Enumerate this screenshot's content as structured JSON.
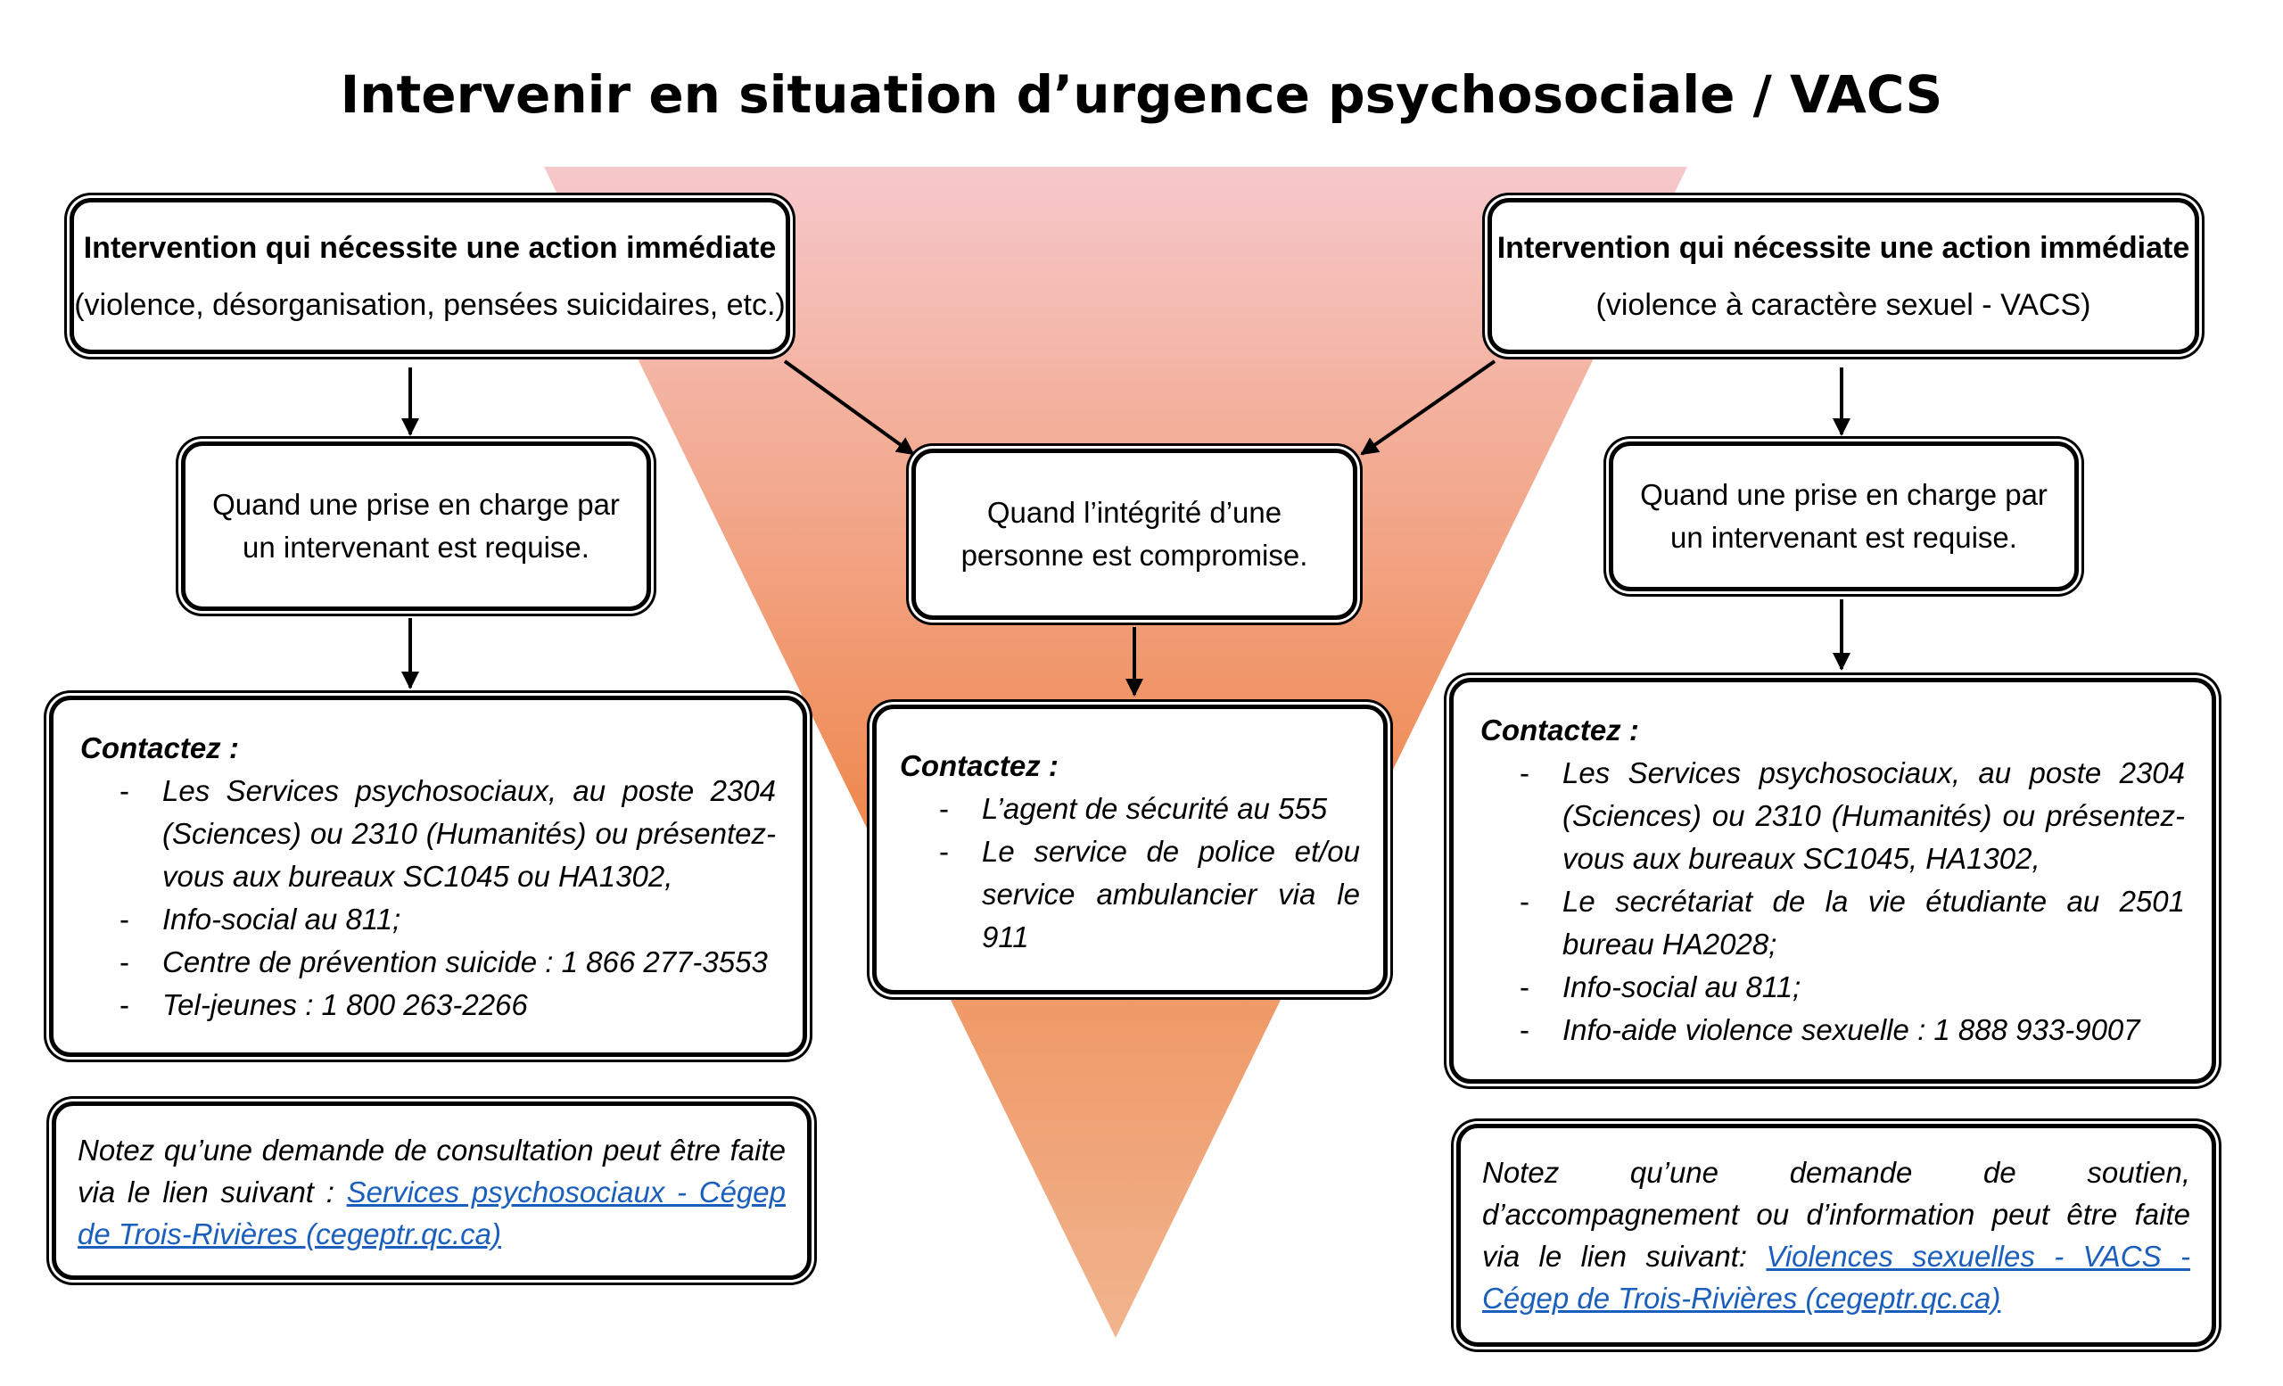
{
  "title": "Intervenir en situation d’urgence psychosociale / VACS",
  "colors": {
    "triangle_top": "#f6c8cb",
    "triangle_mid": "#ef8a52",
    "triangle_bottom": "#f1b48e",
    "link": "#1b5fbd",
    "border": "#000000"
  },
  "left": {
    "header_title": "Intervention qui nécessite une action immédiate",
    "header_sub": "(violence, désorganisation, pensées suicidaires, etc.)",
    "condition": "Quand une prise en charge par un intervenant est requise.",
    "contact_lead": "Contactez :",
    "contacts": [
      "Les Services psychosociaux, au poste 2304 (Sciences) ou 2310 (Humanités) ou présentez-vous aux bureaux SC1045 ou HA1302,",
      "Info-social au 811;",
      "Centre de prévention suicide : 1 866 277-3553",
      "Tel-jeunes : 1 800 263-2266"
    ],
    "note_text": "Notez qu’une demande de consultation peut être faite via le lien suivant : ",
    "note_link": "Services psychosociaux - Cégep de Trois-Rivières (cegeptr.qc.ca)"
  },
  "center": {
    "condition": "Quand l’intégrité d’une personne est compromise.",
    "contact_lead": "Contactez :",
    "contacts": [
      "L’agent de sécurité au 555",
      "Le service de police et/ou service ambulancier via le 911"
    ]
  },
  "right": {
    "header_title": "Intervention qui nécessite une action immédiate",
    "header_sub": "(violence à caractère sexuel - VACS)",
    "condition": "Quand une prise en charge par un intervenant est requise.",
    "contact_lead": "Contactez :",
    "contacts": [
      "Les Services psychosociaux, au poste 2304 (Sciences) ou 2310 (Humanités) ou présentez-vous aux bureaux SC1045, HA1302,",
      "Le secrétariat de la vie étudiante au 2501 bureau HA2028;",
      "Info-social au 811;",
      "Info-aide violence sexuelle : 1 888 933-9007"
    ],
    "note_text": "Notez qu’une demande de soutien, d’accompagnement ou d’information peut être faite via le lien suivant: ",
    "note_link": "Violences sexuelles - VACS - Cégep de Trois-Rivières (cegeptr.qc.ca)"
  }
}
